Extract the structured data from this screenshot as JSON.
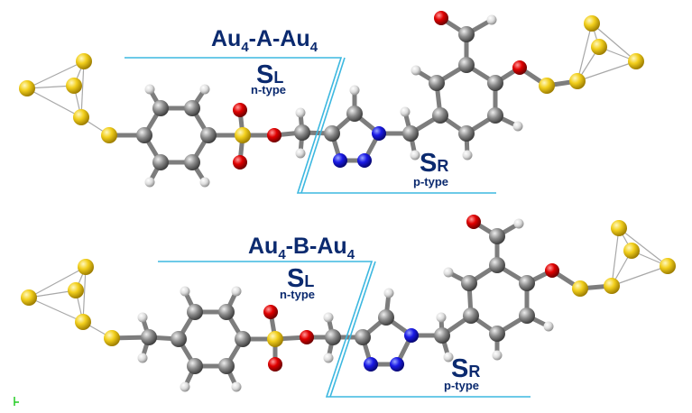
{
  "panels": [
    {
      "title_main": "Au",
      "title_sub1": "4",
      "title_mid": "-A-Au",
      "title_sub2": "4",
      "left_symbol": "S",
      "left_sub": "L",
      "left_type": "n-type",
      "right_symbol": "S",
      "right_sub": "R",
      "right_type": "p-type"
    },
    {
      "title_main": "Au",
      "title_sub1": "4",
      "title_mid": "-B-Au",
      "title_sub2": "4",
      "left_symbol": "S",
      "left_sub": "L",
      "left_type": "n-type",
      "right_symbol": "S",
      "right_sub": "R",
      "right_type": "p-type"
    }
  ],
  "colors": {
    "gold_atom": "#f2cf1c",
    "carbon_atom": "#8a8a8a",
    "hydrogen_atom": "#e2e2e2",
    "oxygen_atom": "#d40000",
    "nitrogen_atom": "#1a1ae6",
    "bond": "#7d7d7d",
    "label": "#0b2a6f",
    "divider_line": "#3db8e0"
  }
}
